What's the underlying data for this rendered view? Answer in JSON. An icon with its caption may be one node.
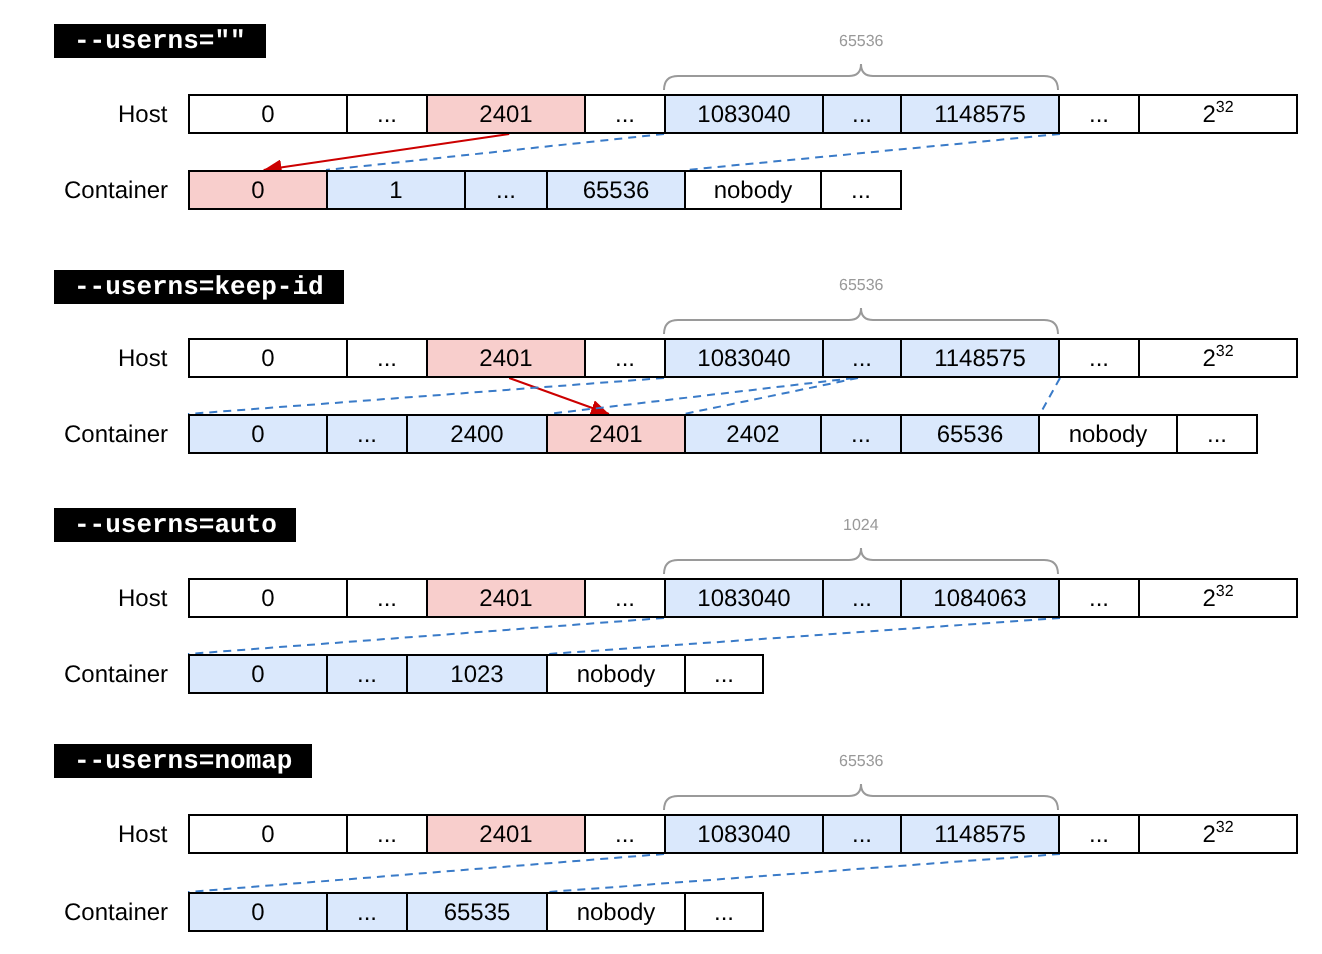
{
  "diagram": {
    "nodes": [
      {
        "text": [
          "--userns=\"\""
        ]
      },
      {
        "text": [
          "0"
        ]
      },
      {
        "text": [
          "..."
        ]
      },
      {
        "text": [
          "2401"
        ]
      },
      {
        "text": [
          "..."
        ]
      },
      {
        "text": [
          "1083040"
        ]
      },
      {
        "text": [
          "..."
        ]
      },
      {
        "text": [
          "1148575"
        ]
      },
      {
        "text": [
          "..."
        ]
      },
      {
        "text": [
          "2$^{32}$"
        ]
      },
      {
        "text": [
          "0"
        ]
      },
      {
        "text": [
          "1"
        ]
      },
      {
        "text": [
          "..."
        ]
      },
      {
        "text": [
          "65536"
        ]
      },
      {
        "text": [
          "nobody"
        ]
      },
      {
        "text": [
          "..."
        ]
      },
      {
        "text": [
          "--userns=keep-id"
        ]
      },
      {
        "text": [
          "0"
        ]
      },
      {
        "text": [
          "..."
        ]
      },
      {
        "text": [
          "2401"
        ]
      },
      {
        "text": [
          "..."
        ]
      },
      {
        "text": [
          "1083040"
        ]
      },
      {
        "text": [
          "..."
        ]
      },
      {
        "text": [
          "1148575"
        ]
      },
      {
        "text": [
          "..."
        ]
      },
      {
        "text": [
          "2$^{32}$"
        ]
      },
      {
        "text": [
          "0"
        ]
      },
      {
        "text": [
          "..."
        ]
      },
      {
        "text": [
          "2400"
        ]
      },
      {
        "text": [
          "2401"
        ]
      },
      {
        "text": [
          "2402"
        ]
      },
      {
        "text": [
          "..."
        ]
      },
      {
        "text": [
          "65536"
        ]
      },
      {
        "text": [
          "nobody"
        ]
      },
      {
        "text": [
          "..."
        ]
      },
      {
        "text": [
          "--userns=auto"
        ]
      },
      {
        "text": [
          "0"
        ]
      },
      {
        "text": [
          "..."
        ]
      },
      {
        "text": [
          "2401"
        ]
      },
      {
        "text": [
          "..."
        ]
      },
      {
        "text": [
          "1083040"
        ]
      },
      {
        "text": [
          "..."
        ]
      },
      {
        "text": [
          "1084063"
        ]
      },
      {
        "text": [
          "..."
        ]
      },
      {
        "text": [
          "2$^{32}$"
        ]
      },
      {
        "text": [
          "0"
        ]
      },
      {
        "text": [
          "..."
        ]
      },
      {
        "text": [
          "1023"
        ]
      },
      {
        "text": [
          "nobody"
        ]
      },
      {
        "text": [
          "..."
        ]
      },
      {
        "text": [
          "--userns=nomap"
        ]
      },
      {
        "text": [
          "0"
        ]
      },
      {
        "text": [
          "..."
        ]
      },
      {
        "text": [
          "2401"
        ]
      },
      {
        "text": [
          "..."
        ]
      },
      {
        "text": [
          "1083040"
        ]
      },
      {
        "text": [
          "..."
        ]
      },
      {
        "text": [
          "1148575"
        ]
      },
      {
        "text": [
          "..."
        ]
      },
      {
        "text": [
          "2$^{32}$"
        ]
      },
      {
        "text": [
          "0"
        ]
      },
      {
        "text": [
          "..."
        ]
      },
      {
        "text": [
          "65535"
        ]
      },
      {
        "text": [
          "nobody"
        ]
      },
      {
        "text": [
          "..."
        ]
      }
    ],
    "edges": [
      {
        "from": 3,
        "to": 10,
        "arrow": "to",
        "color": "#cc0000"
      },
      {
        "from": 5,
        "to": 11,
        "arrow": "none",
        "style": "dashed"
      },
      {
        "from": 7,
        "to": 13,
        "arrow": "none",
        "style": "dashed"
      },
      {
        "from": 19,
        "to": 29,
        "arrow": "to",
        "color": "#cc0000"
      },
      {
        "from": 21,
        "to": 26,
        "arrow": "none",
        "style": "dashed"
      },
      {
        "from": 22,
        "to": 28,
        "arrow": "none",
        "style": "dashed"
      },
      {
        "from": 22,
        "to": 30,
        "arrow": "none",
        "style": "dashed"
      },
      {
        "from": 23,
        "to": 32,
        "arrow": "none",
        "style": "dashed"
      },
      {
        "from": 40,
        "to": 45,
        "arrow": "none",
        "style": "dashed"
      },
      {
        "from": 42,
        "to": 47,
        "arrow": "none",
        "style": "dashed"
      },
      {
        "from": 55,
        "to": 60,
        "arrow": "none",
        "style": "dashed"
      },
      {
        "from": 57,
        "to": 62,
        "arrow": "none",
        "style": "dashed"
      }
    ],
    "labels": [
      "65536",
      "Host",
      "Container",
      "65536",
      "Host",
      "Container",
      "1024",
      "Host",
      "Container",
      "65536",
      "Host",
      "Container"
    ]
  }
}
